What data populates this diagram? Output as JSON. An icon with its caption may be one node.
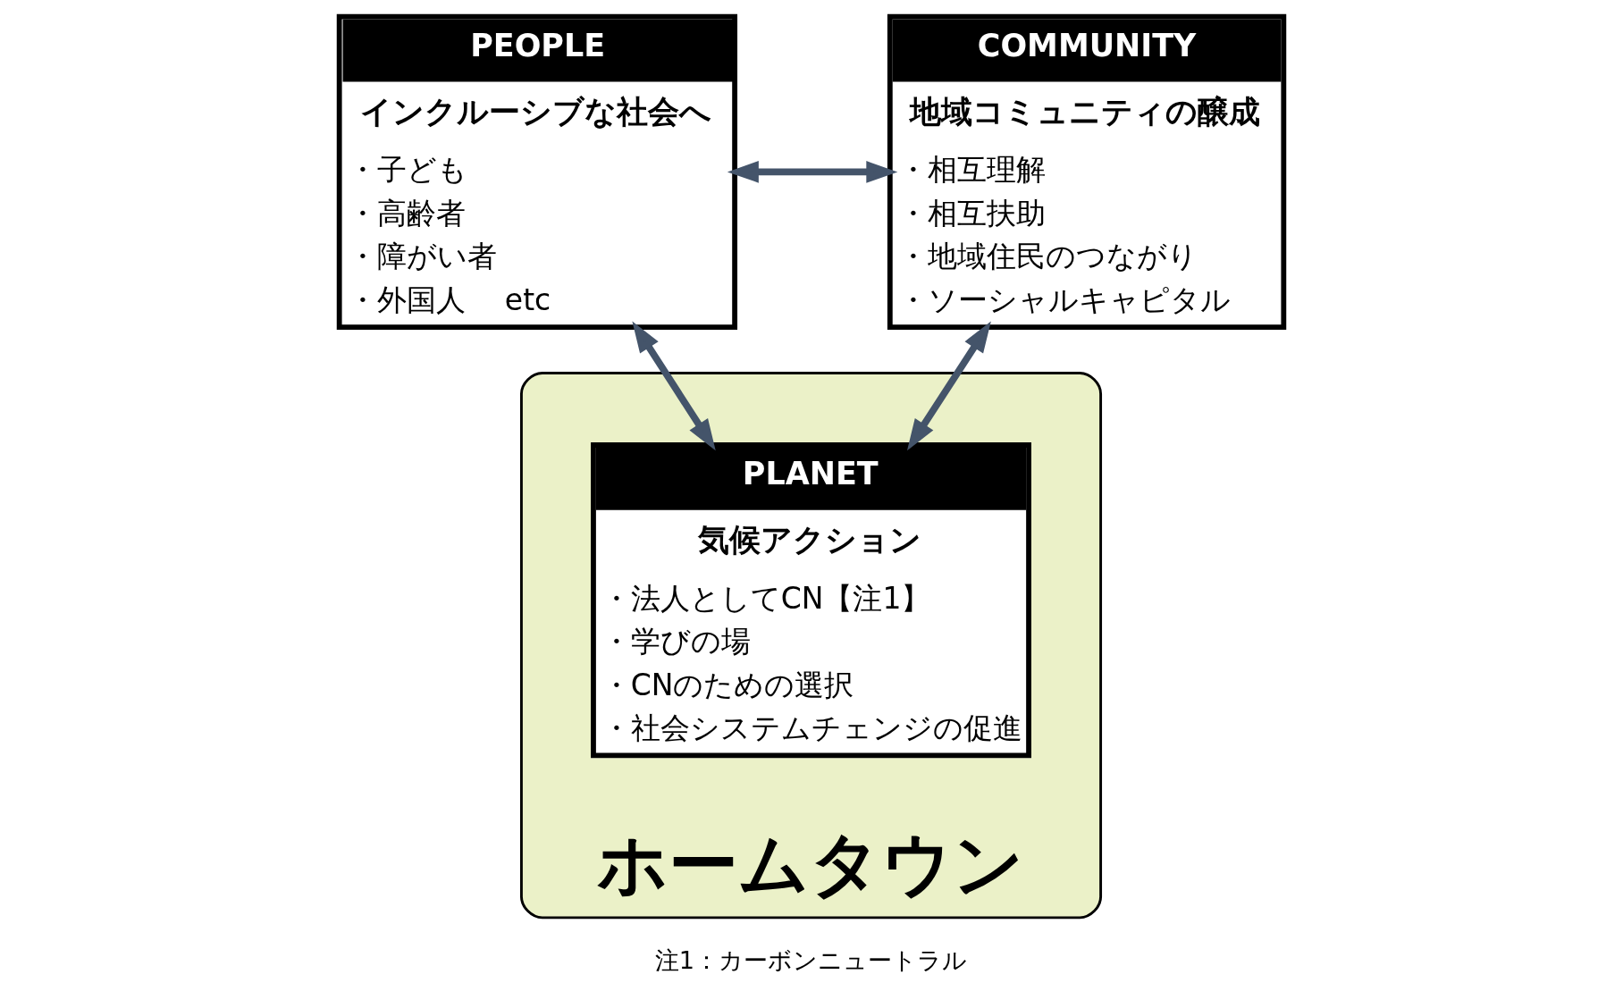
{
  "diagram": {
    "nodes": [
      {
        "text": [
          "PEOPLE",
          "インクルーシブな社会へ",
          "・子ども",
          "・高齢者",
          "・障がい者",
          "・外国人　 etc"
        ]
      },
      {
        "text": [
          "COMMUNITY",
          "地域コミュニティの醸成",
          "・相互理解",
          "・相互扶助",
          "・地域住民のつながり",
          "・ソーシャルキャピタル"
        ]
      },
      {
        "text": [
          "ホームタウン"
        ]
      },
      {
        "text": [
          "PLANET",
          "気候アクション",
          "・法人としてCN【注1】",
          "・学びの場",
          "・CNのための選択",
          "・社会システムチェンジの促進"
        ],
        "in": 2
      }
    ],
    "edges": [
      {
        "from": 0,
        "to": 1,
        "arrow": "both"
      },
      {
        "from": 0,
        "to": 3,
        "arrow": "both"
      },
      {
        "from": 1,
        "to": 3,
        "arrow": "both"
      }
    ],
    "labels": [
      "注1：カーボンニュートラル"
    ]
  }
}
